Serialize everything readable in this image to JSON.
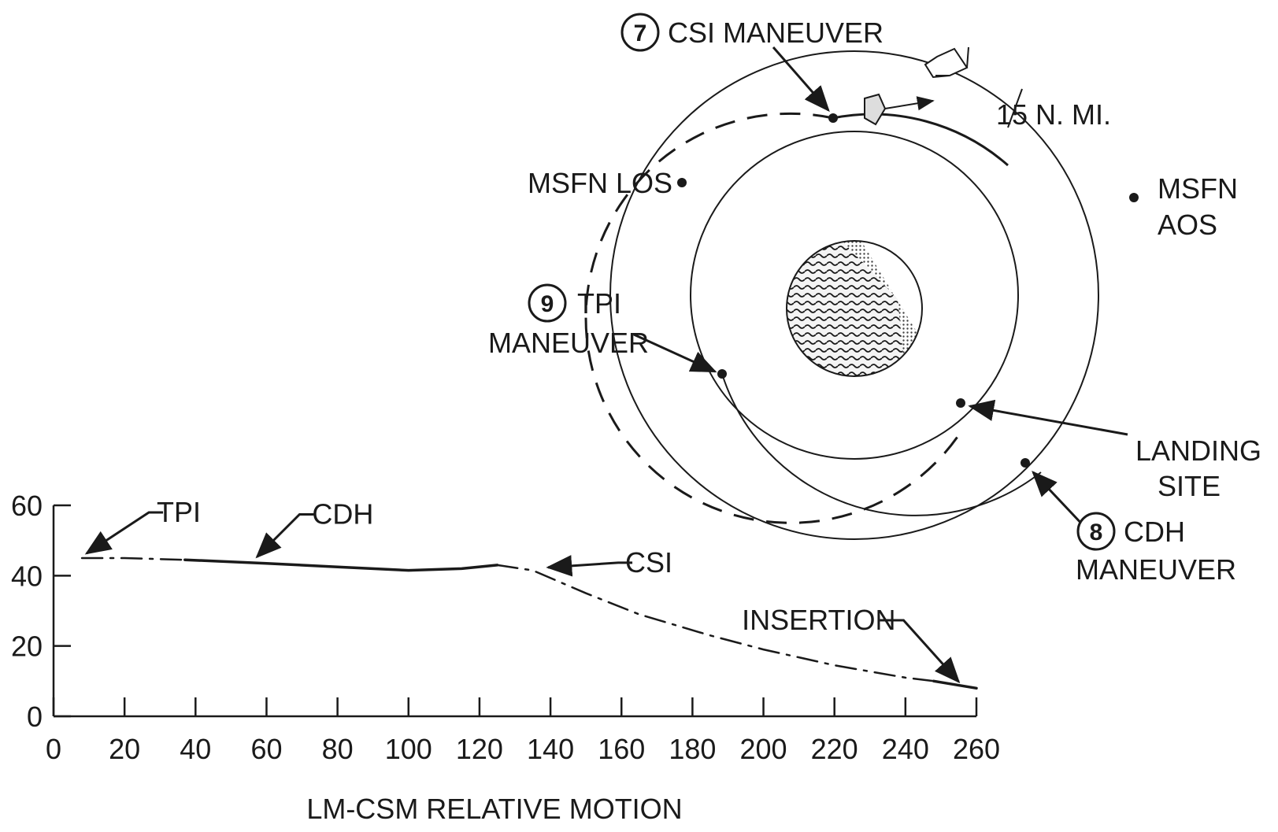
{
  "diagram": {
    "annotations": {
      "csi_maneuver": {
        "number": "7",
        "text": "CSI MANEUVER"
      },
      "tpi_maneuver": {
        "number": "9",
        "line1": "TPI",
        "line2": "MANEUVER"
      },
      "cdh_maneuver": {
        "number": "8",
        "line1": "CDH",
        "line2": "MANEUVER"
      },
      "distance": "15 N. MI.",
      "msfn_los": "MSFN LOS",
      "msfn_aos": {
        "line1": "MSFN",
        "line2": "AOS"
      },
      "landing_site": {
        "line1": "LANDING",
        "line2": "SITE"
      }
    },
    "colors": {
      "ink": "#1a1a1a",
      "background": "#ffffff"
    }
  },
  "chart_data": {
    "type": "line",
    "title": "LM-CSM RELATIVE MOTION",
    "xlabel": "",
    "ylabel": "",
    "xlim": [
      0,
      260
    ],
    "ylim": [
      0,
      60
    ],
    "x_ticks": [
      "0",
      "20",
      "40",
      "60",
      "80",
      "100",
      "120",
      "140",
      "160",
      "180",
      "200",
      "220",
      "240",
      "260"
    ],
    "y_ticks": [
      "0",
      "20",
      "40",
      "60"
    ],
    "series": [
      {
        "segment": "coast",
        "style": "dash-dot",
        "points": [
          [
            8,
            45
          ],
          [
            20,
            45
          ],
          [
            37,
            44.5
          ]
        ]
      },
      {
        "segment": "powered",
        "style": "solid",
        "points": [
          [
            37,
            44.5
          ],
          [
            60,
            43.5
          ],
          [
            80,
            42.5
          ],
          [
            100,
            41.5
          ],
          [
            115,
            42
          ],
          [
            125,
            43
          ]
        ]
      },
      {
        "segment": "coast",
        "style": "dash-dot",
        "points": [
          [
            125,
            43
          ],
          [
            135,
            41.5
          ],
          [
            150,
            35
          ],
          [
            165,
            29
          ],
          [
            185,
            23
          ],
          [
            200,
            19
          ],
          [
            220,
            14.5
          ],
          [
            240,
            11
          ],
          [
            248,
            10
          ]
        ]
      },
      {
        "segment": "powered",
        "style": "solid",
        "points": [
          [
            248,
            10
          ],
          [
            260,
            8
          ]
        ]
      }
    ],
    "annotations": [
      {
        "text": "TPI",
        "x": 8,
        "y": 45
      },
      {
        "text": "CDH",
        "x": 56,
        "y": 44
      },
      {
        "text": "CSI",
        "x": 138,
        "y": 41
      },
      {
        "text": "INSERTION",
        "x": 255,
        "y": 8.5
      }
    ]
  }
}
